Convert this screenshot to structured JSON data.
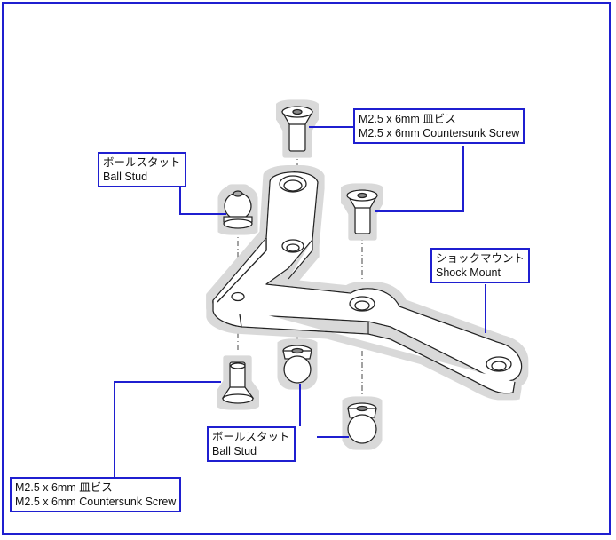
{
  "colors": {
    "frame": "#1f1fd0",
    "leader": "#1f1fd0",
    "part_stroke": "#222222",
    "halo": "#d9d9d9"
  },
  "labels": {
    "screw_top": {
      "jp": "M2.5 x 6mm 皿ビス",
      "en": "M2.5 x 6mm Countersunk Screw"
    },
    "ball_stud_top": {
      "jp": "ボールスタット",
      "en": "Ball Stud"
    },
    "shock_mount": {
      "jp": "ショックマウント",
      "en": "Shock Mount"
    },
    "ball_stud_bottom": {
      "jp": "ボールスタット",
      "en": "Ball Stud"
    },
    "screw_bottom": {
      "jp": "M2.5 x 6mm 皿ビス",
      "en": "M2.5 x 6mm Countersunk Screw"
    }
  },
  "parts": {
    "shock_mount": "shock-mount-part",
    "screw": "countersunk-screw-part",
    "ball_stud": "ball-stud-part"
  }
}
